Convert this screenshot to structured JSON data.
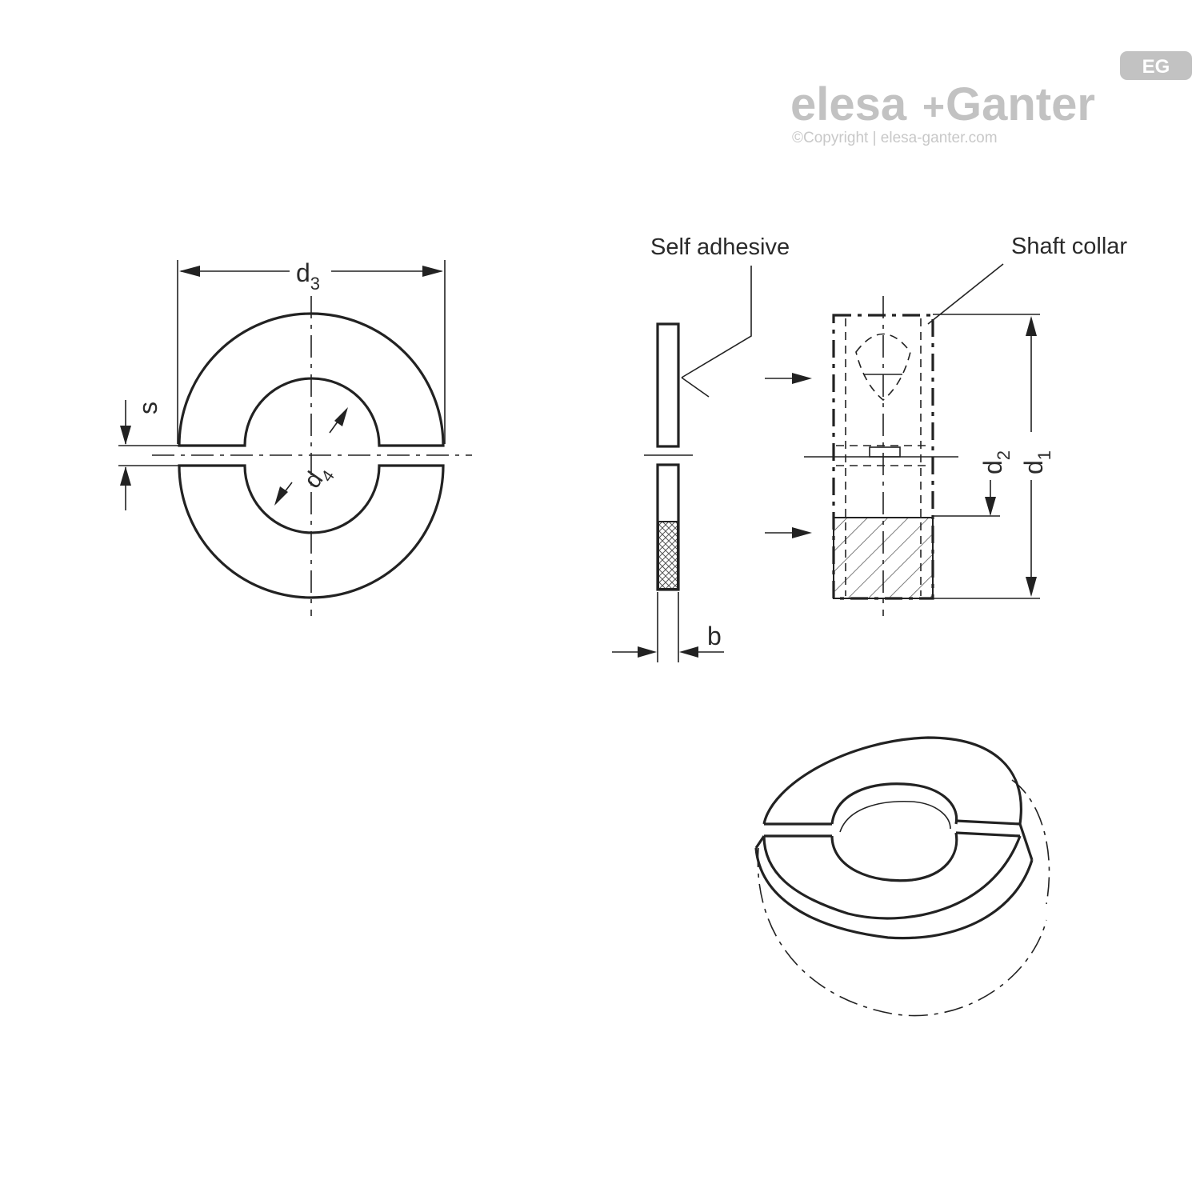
{
  "logo": {
    "brand_left": "elesa",
    "brand_plus": "+",
    "brand_right": "Ganter",
    "copyright": "©Copyright | elesa-ganter.com",
    "badge": "EG"
  },
  "labels": {
    "d3": "d",
    "d3_sub": "3",
    "d4": "d",
    "d4_sub": "4",
    "s": "s",
    "self_adhesive": "Self adhesive",
    "shaft_collar": "Shaft collar",
    "d2": "d",
    "d2_sub": "2",
    "d1": "d",
    "d1_sub": "1",
    "b": "b"
  }
}
